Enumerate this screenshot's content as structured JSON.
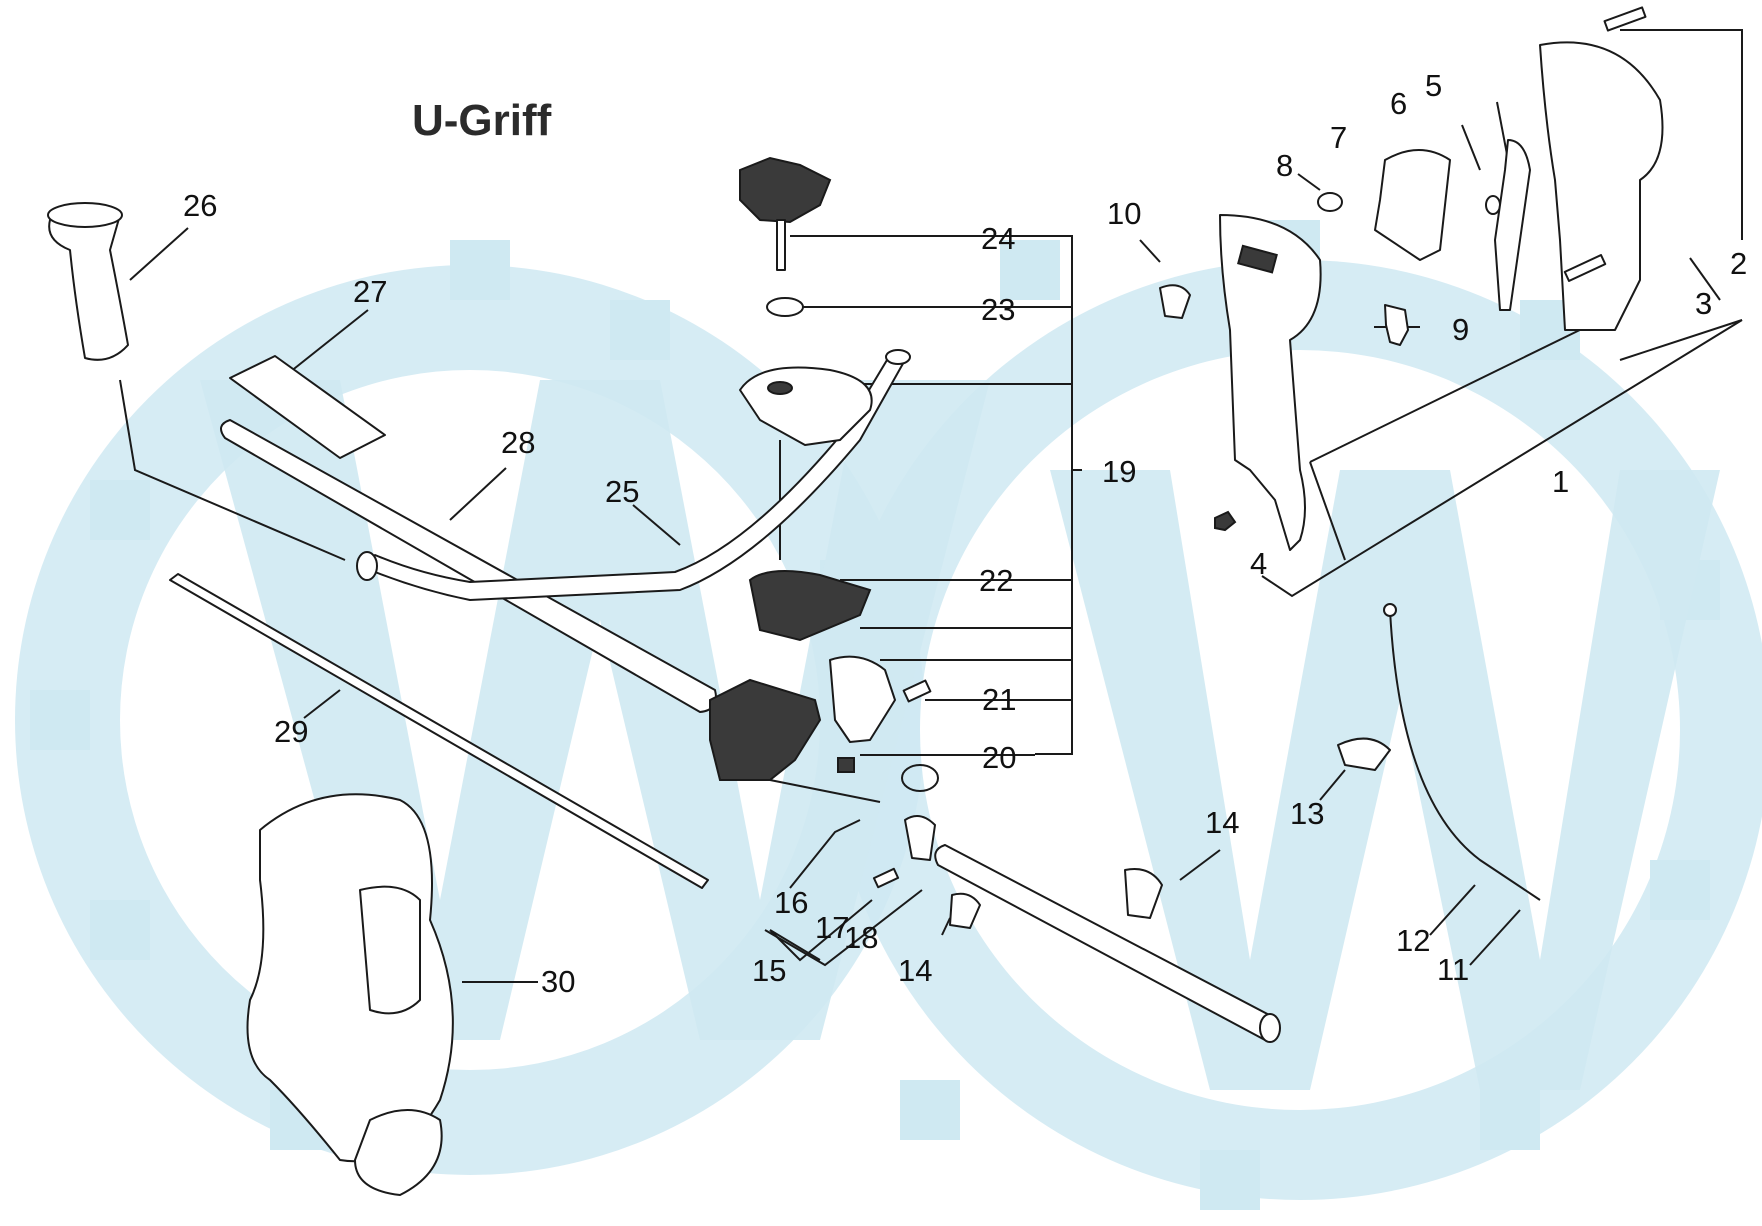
{
  "title": "U-Griff",
  "colors": {
    "watermark": "#cfe9f2",
    "line": "#1a1a1a"
  },
  "labels": [
    "1",
    "2",
    "3",
    "4",
    "5",
    "6",
    "7",
    "8",
    "9",
    "10",
    "11",
    "12",
    "13",
    "14",
    "14",
    "15",
    "16",
    "17",
    "18",
    "19",
    "20",
    "21",
    "22",
    "23",
    "24",
    "25",
    "26",
    "27",
    "28",
    "29",
    "30"
  ]
}
